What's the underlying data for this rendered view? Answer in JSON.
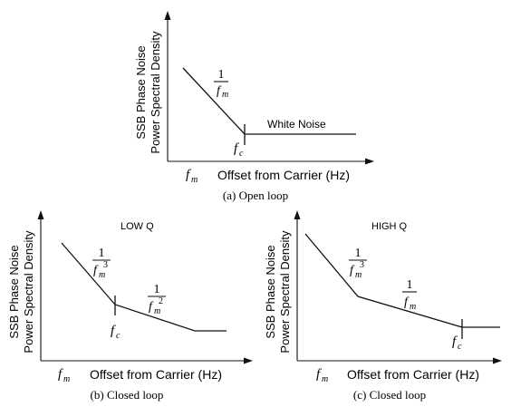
{
  "colors": {
    "ink": "#111111",
    "background": "#ffffff"
  },
  "panels": [
    {
      "id": "a",
      "ylabel_line1": "SSB Phase Noise",
      "ylabel_line2": "Power Spectral Density",
      "xlabel": "Offset from Carrier (Hz)",
      "fm_label": "f",
      "fm_sub": "m",
      "fc_label": "f",
      "fc_sub": "c",
      "caption": "(a) Open loop",
      "annotations": {
        "slope_num": "1",
        "slope_den": "f",
        "slope_den_sub": "m",
        "flat": "White Noise"
      }
    },
    {
      "id": "b",
      "ylabel_line1": "SSB Phase Noise",
      "ylabel_line2": "Power Spectral Density",
      "xlabel": "Offset from Carrier (Hz)",
      "fm_label": "f",
      "fm_sub": "m",
      "fc_label": "f",
      "fc_sub": "c",
      "caption": "(b) Closed loop",
      "annotations": {
        "q": "LOW  Q",
        "slope1_num": "1",
        "slope1_den": "f",
        "slope1_sub": "m",
        "slope1_sup": "3",
        "slope2_num": "1",
        "slope2_den": "f",
        "slope2_sub": "m",
        "slope2_sup": "2"
      }
    },
    {
      "id": "c",
      "ylabel_line1": "SSB Phase Noise",
      "ylabel_line2": "Power Spectral Density",
      "xlabel": "Offset from Carrier (Hz)",
      "fm_label": "f",
      "fm_sub": "m",
      "fc_label": "f",
      "fc_sub": "c",
      "caption": "(c) Closed loop",
      "annotations": {
        "q": "HIGH  Q",
        "slope1_num": "1",
        "slope1_den": "f",
        "slope1_sub": "m",
        "slope1_sup": "3",
        "slope2_num": "1",
        "slope2_den": "f",
        "slope2_sub": "m"
      }
    }
  ]
}
